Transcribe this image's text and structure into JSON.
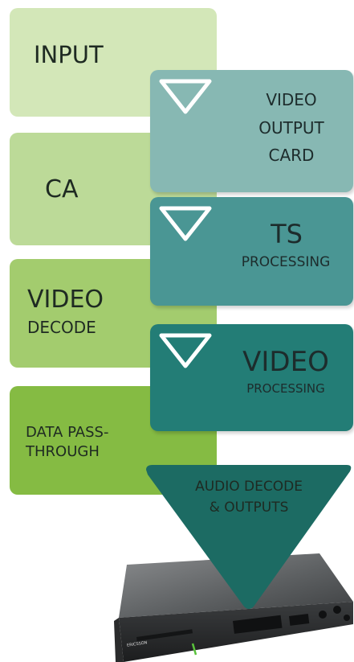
{
  "blocks": {
    "input": "INPUT",
    "ca": "CA",
    "video_decode_1": "VIDEO",
    "video_decode_2": "DECODE",
    "data_1": "DATA PASS-",
    "data_2": "THROUGH",
    "video_output_1": "VIDEO",
    "video_output_2": "OUTPUT",
    "video_output_3": "CARD",
    "ts_1": "TS",
    "ts_2": "PROCESSING",
    "video_proc_1": "VIDEO",
    "video_proc_2": "PROCESSING",
    "audio_1": "AUDIO DECODE",
    "audio_2": "& OUTPUTS"
  },
  "device": {
    "brand": "ERICSSON"
  },
  "colors": {
    "green_1": "#d3e7b8",
    "green_2": "#bcda98",
    "green_3": "#a3cc6e",
    "green_4": "#85bb43",
    "teal_1": "#87b8b3",
    "teal_2": "#4a9694",
    "teal_3": "#237d76",
    "teal_4": "#1c6b63",
    "device_led": "#59c23c"
  }
}
